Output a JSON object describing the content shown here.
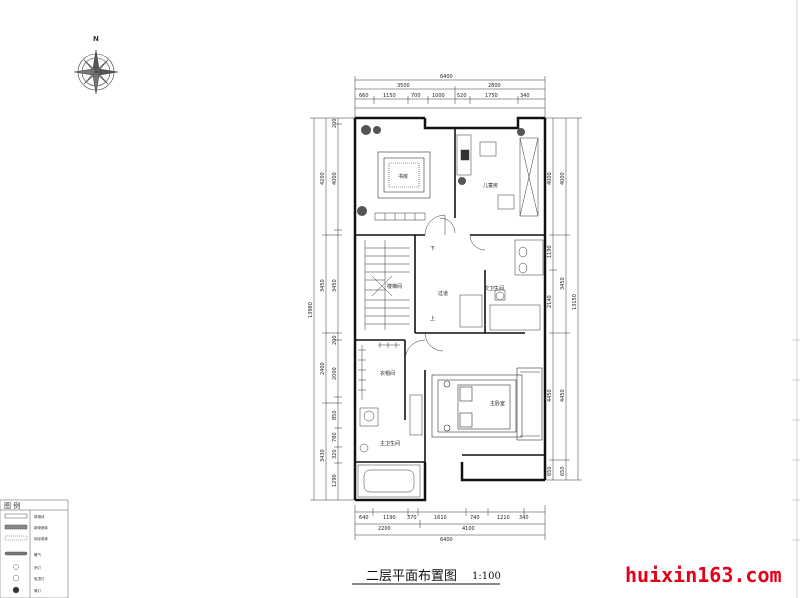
{
  "compass": {
    "north_label": "N"
  },
  "title": {
    "main": "二层平面布置图",
    "scale": "1:100"
  },
  "watermark": "huixin163.com",
  "rooms": {
    "study": "书房",
    "kids_room": "儿童房",
    "stair": "楼梯间",
    "corridor": "过道",
    "second_bath": "次卫生间",
    "closet": "衣帽间",
    "master_bedroom": "主卧室",
    "master_bath": "主卫生间",
    "up": "下",
    "down": "上"
  },
  "dimensions": {
    "top_total": "6400",
    "top_mid": [
      "3500",
      "2800"
    ],
    "top_detail": [
      "660",
      "1150",
      "700",
      "1000",
      "520",
      "1750",
      "340"
    ],
    "bottom_detail": [
      "640",
      "1190",
      "370",
      "1610",
      "740",
      "1210",
      "340"
    ],
    "bottom_mid": [
      "2200",
      "4100"
    ],
    "bottom_total": "6400",
    "left_outer": "13980",
    "left_mid": [
      "4200",
      "3450",
      "2400",
      "3430"
    ],
    "left_detail": [
      "200",
      "4000",
      "3450",
      "200",
      "2000",
      "850",
      "780",
      "320",
      "1290"
    ],
    "right_outer": "13150",
    "right_mid": [
      "4000",
      "3450",
      "4450",
      "650"
    ],
    "right_detail": [
      "4000",
      "1190",
      "2140",
      "4450",
      "650"
    ]
  },
  "legend": {
    "title": "图  例",
    "items": [
      "原墙体",
      "新砌墙体",
      "拆除墙体",
      "暖气",
      "吊灯",
      "吸顶灯",
      "筒灯"
    ]
  }
}
